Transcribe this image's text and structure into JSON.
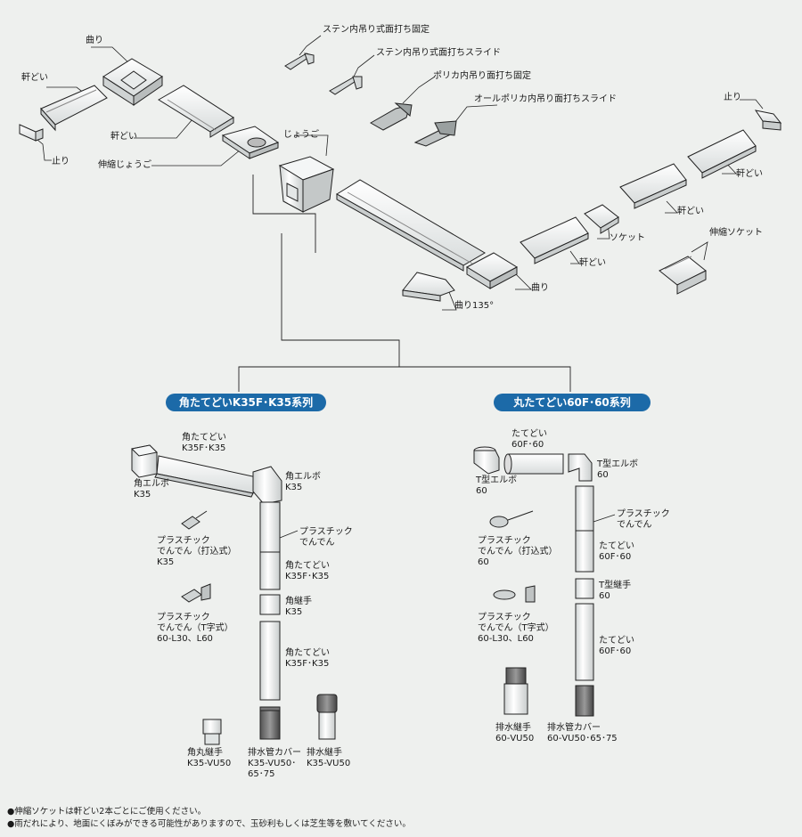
{
  "top": {
    "labels": {
      "noki_left1": "軒どい",
      "magari_top": "曲り",
      "tomari_left": "止り",
      "noki_left2": "軒どい",
      "shinshuku_jogo": "伸縮じょうご",
      "jogo": "じょうご",
      "hanger1": "ステン内吊り式面打ち固定",
      "hanger2": "ステン内吊り式面打ちスライド",
      "hanger3": "ポリカ内吊り面打ち固定",
      "hanger4": "オールポリカ内吊り面打ちスライド",
      "tomari_right": "止り",
      "noki_r1": "軒どい",
      "noki_r2": "軒どい",
      "socket": "ソケット",
      "shinshuku_socket": "伸縮ソケット",
      "noki_r3": "軒どい",
      "magari_bottom": "曲り",
      "magari135": "曲り135°"
    }
  },
  "left_series": {
    "title": "角たてどいK35F･K35系列",
    "labels": {
      "tatedoi_top_1": "角たてどい",
      "tatedoi_top_2": "K35F･K35",
      "elbow_left_1": "角エルボ",
      "elbow_left_2": "K35",
      "elbow_right_1": "角エルボ",
      "elbow_right_2": "K35",
      "dendenA_1": "プラスチック",
      "dendenA_2": "でんでん（打込式）",
      "dendenA_3": "K35",
      "dendenB_1": "プラスチック",
      "dendenB_2": "でんでん（T字式）",
      "dendenB_3": "60-L30、L60",
      "plastic_denden_1": "プラスチック",
      "plastic_denden_2": "でんでん",
      "tatedoi_mid_1": "角たてどい",
      "tatedoi_mid_2": "K35F･K35",
      "tsugite_1": "角継手",
      "tsugite_2": "K35",
      "tatedoi_low_1": "角たてどい",
      "tatedoi_low_2": "K35F･K35",
      "kakumaru_1": "角丸継手",
      "kakumaru_2": "K35-VU50",
      "cover_1": "排水管カバー",
      "cover_2": "K35-VU50･",
      "cover_3": "65･75",
      "haisui_1": "排水継手",
      "haisui_2": "K35-VU50"
    }
  },
  "right_series": {
    "title": "丸たてどい60F･60系列",
    "labels": {
      "tatedoi_top_1": "たてどい",
      "tatedoi_top_2": "60F･60",
      "telbow_left_1": "T型エルボ",
      "telbow_left_2": "60",
      "telbow_right_1": "T型エルボ",
      "telbow_right_2": "60",
      "dendenA_1": "プラスチック",
      "dendenA_2": "でんでん（打込式）",
      "dendenA_3": "60",
      "plastic_denden_1": "プラスチック",
      "plastic_denden_2": "でんでん",
      "tatedoi_mid_1": "たてどい",
      "tatedoi_mid_2": "60F･60",
      "dendenB_1": "プラスチック",
      "dendenB_2": "でんでん（T字式）",
      "dendenB_3": "60-L30、L60",
      "ttsugite_1": "T型継手",
      "ttsugite_2": "60",
      "tatedoi_low_1": "たてどい",
      "tatedoi_low_2": "60F･60",
      "haisui_1": "排水継手",
      "haisui_2": "60-VU50",
      "cover_1": "排水管カバー",
      "cover_2": "60-VU50･65･75"
    }
  },
  "notes": [
    "●伸縮ソケットは軒どい2本ごとにご使用ください。",
    "●雨だれにより、地面にくぼみができる可能性がありますので、玉砂利もしくは芝生等を敷いてください。"
  ],
  "colors": {
    "background": "#eef0ee",
    "accent": "#1c6aa8",
    "line": "#222222",
    "part_fill": "#ffffff"
  }
}
